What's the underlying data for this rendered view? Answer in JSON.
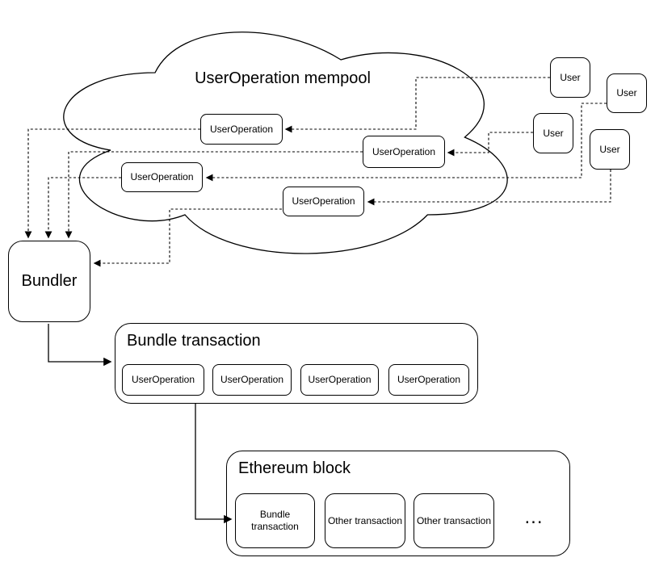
{
  "colors": {
    "stroke": "#000000",
    "background": "#ffffff",
    "text": "#000000"
  },
  "mempool": {
    "title": "UserOperation mempool",
    "nodes": [
      "UserOperation",
      "UserOperation",
      "UserOperation",
      "UserOperation"
    ]
  },
  "users": [
    "User",
    "User",
    "User",
    "User"
  ],
  "bundler": {
    "label": "Bundler"
  },
  "bundle_transaction": {
    "title": "Bundle transaction",
    "items": [
      "UserOperation",
      "UserOperation",
      "UserOperation",
      "UserOperation"
    ]
  },
  "ethereum_block": {
    "title": "Ethereum block",
    "items": [
      "Bundle transaction",
      "Other transaction",
      "Other transaction"
    ],
    "more_indicator": "..."
  }
}
